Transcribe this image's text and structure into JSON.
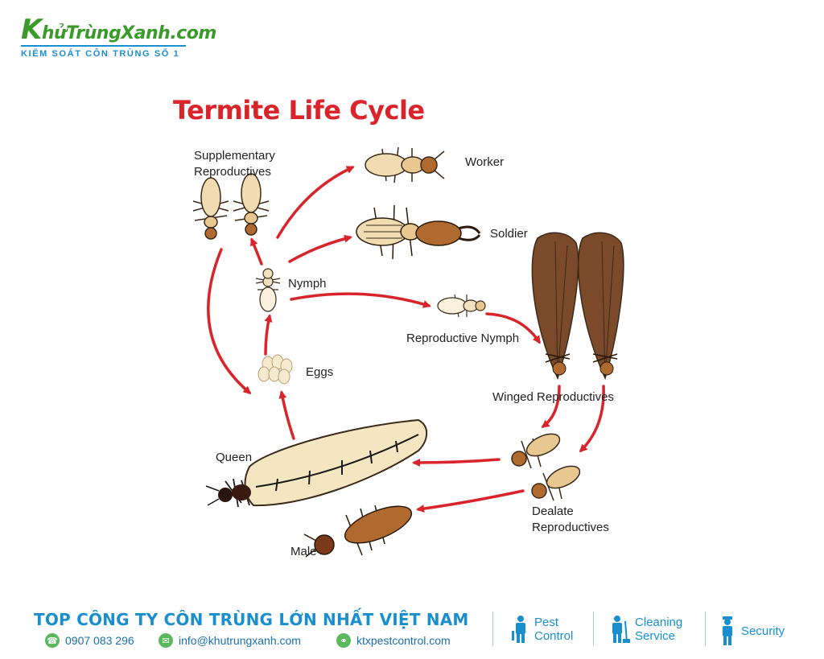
{
  "brand": {
    "logo_initial": "K",
    "logo_rest": "hửTrùngXanh.com",
    "tagline": "KIỂM SOÁT CÔN TRÙNG SỐ 1"
  },
  "diagram": {
    "title": "Termite Life Cycle",
    "labels": {
      "supplementary_line1": "Supplementary",
      "supplementary_line2": "Reproductives",
      "worker": "Worker",
      "soldier": "Soldier",
      "nymph": "Nymph",
      "reproductive_nymph": "Reproductive Nymph",
      "eggs": "Eggs",
      "winged": "Winged Reproductives",
      "queen": "Queen",
      "dealate_line1": "Dealate",
      "dealate_line2": "Reproductives",
      "male": "Male"
    },
    "colors": {
      "arrow": "#d8242a",
      "title": "#d8242a",
      "wing": "#7a4a2a",
      "body_light": "#f0dcb0"
    }
  },
  "footer": {
    "slogan": "TOP CÔNG TY CÔN TRÙNG LỚN NHẤT VIỆT NAM",
    "phone": "0907 083 296",
    "email": "info@khutrungxanh.com",
    "website": "ktxpestcontrol.com",
    "services": [
      {
        "line1": "Pest",
        "line2": "Control",
        "icon": "pest-control-worker-icon"
      },
      {
        "line1": "Cleaning",
        "line2": "Service",
        "icon": "cleaning-worker-icon"
      },
      {
        "line1": "Security",
        "line2": "",
        "icon": "security-guard-icon"
      }
    ],
    "accent": "#1a8fd0"
  }
}
